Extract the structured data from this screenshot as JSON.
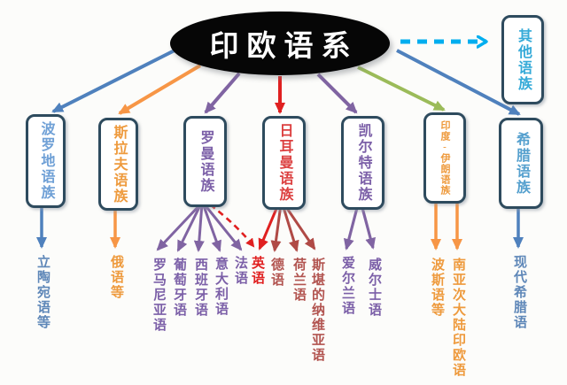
{
  "title": "印欧语系",
  "families": [
    {
      "id": "baltic",
      "label": "波罗地语族",
      "color": "#6fa0d6"
    },
    {
      "id": "slavic",
      "label": "斯拉夫语族",
      "color": "#ee9a3d"
    },
    {
      "id": "romance",
      "label": "罗曼语族",
      "color": "#7c60a8"
    },
    {
      "id": "germanic",
      "label": "日耳曼语族",
      "color": "#dc4040"
    },
    {
      "id": "celtic",
      "label": "凯尔特语族",
      "color": "#7c60a8"
    },
    {
      "id": "indo_iranian",
      "label": "印度-伊朗语族",
      "color": "#ee9a3d"
    },
    {
      "id": "greek",
      "label": "希腊语族",
      "color": "#55a0ce"
    },
    {
      "id": "other",
      "label": "其他语族",
      "color": "#35aad8"
    }
  ],
  "languages": [
    {
      "id": "lithuanian",
      "label": "立陶宛语等",
      "parent": "baltic",
      "color": "#5e87b8"
    },
    {
      "id": "russian",
      "label": "俄语等",
      "parent": "slavic",
      "color": "#ee9a3d"
    },
    {
      "id": "romanian",
      "label": "罗马尼亚语",
      "parent": "romance",
      "color": "#7c60a8"
    },
    {
      "id": "portuguese",
      "label": "葡萄牙语",
      "parent": "romance",
      "color": "#7c60a8"
    },
    {
      "id": "spanish",
      "label": "西班牙语",
      "parent": "romance",
      "color": "#7c60a8"
    },
    {
      "id": "italian",
      "label": "意大利语",
      "parent": "romance",
      "color": "#7c60a8"
    },
    {
      "id": "french",
      "label": "法语",
      "parent": "romance",
      "color": "#7c60a8"
    },
    {
      "id": "english",
      "label": "英语",
      "parent": "germanic",
      "color": "#e02020"
    },
    {
      "id": "german",
      "label": "德语",
      "parent": "germanic",
      "color": "#b25450"
    },
    {
      "id": "dutch",
      "label": "荷兰语",
      "parent": "germanic",
      "color": "#b25450"
    },
    {
      "id": "scandinavian",
      "label": "斯堪的纳维亚语",
      "parent": "germanic",
      "color": "#b25450"
    },
    {
      "id": "irish",
      "label": "爱尔兰语",
      "parent": "celtic",
      "color": "#7c60a8"
    },
    {
      "id": "welsh",
      "label": "威尔士语",
      "parent": "celtic",
      "color": "#7c60a8"
    },
    {
      "id": "persian",
      "label": "波斯语等",
      "parent": "indo_iranian",
      "color": "#ee9a3d"
    },
    {
      "id": "south_asian",
      "label": "南亚次大陆印欧语",
      "parent": "indo_iranian",
      "color": "#ee9a3d"
    },
    {
      "id": "modern_greek",
      "label": "现代希腊语",
      "parent": "greek",
      "color": "#5e96c6"
    }
  ],
  "edges": [
    {
      "from": "root",
      "to": "baltic",
      "style": "solid",
      "color": "#4f81bd"
    },
    {
      "from": "root",
      "to": "slavic",
      "style": "solid",
      "color": "#f79646"
    },
    {
      "from": "root",
      "to": "romance",
      "style": "solid",
      "color": "#8064a2"
    },
    {
      "from": "root",
      "to": "germanic",
      "style": "solid",
      "color": "#e02020"
    },
    {
      "from": "root",
      "to": "celtic",
      "style": "solid",
      "color": "#8064a2"
    },
    {
      "from": "root",
      "to": "indo_iranian",
      "style": "solid",
      "color": "#9bbb59"
    },
    {
      "from": "root",
      "to": "greek",
      "style": "solid",
      "color": "#4f81bd"
    },
    {
      "from": "root",
      "to": "other",
      "style": "dashed",
      "color": "#00aeef"
    },
    {
      "from": "baltic",
      "to": "lithuanian",
      "style": "solid",
      "color": "#4f81bd"
    },
    {
      "from": "slavic",
      "to": "russian",
      "style": "solid",
      "color": "#f79646"
    },
    {
      "from": "romance",
      "to": "romanian",
      "style": "solid",
      "color": "#8064a2"
    },
    {
      "from": "romance",
      "to": "portuguese",
      "style": "solid",
      "color": "#8064a2"
    },
    {
      "from": "romance",
      "to": "spanish",
      "style": "solid",
      "color": "#8064a2"
    },
    {
      "from": "romance",
      "to": "italian",
      "style": "solid",
      "color": "#8064a2"
    },
    {
      "from": "romance",
      "to": "french",
      "style": "solid",
      "color": "#8064a2"
    },
    {
      "from": "romance",
      "to": "english",
      "style": "dashed",
      "color": "#e02020"
    },
    {
      "from": "germanic",
      "to": "english",
      "style": "solid",
      "color": "#e02020"
    },
    {
      "from": "germanic",
      "to": "german",
      "style": "solid",
      "color": "#b04a46"
    },
    {
      "from": "germanic",
      "to": "dutch",
      "style": "solid",
      "color": "#b04a46"
    },
    {
      "from": "germanic",
      "to": "scandinavian",
      "style": "solid",
      "color": "#b04a46"
    },
    {
      "from": "celtic",
      "to": "irish",
      "style": "solid",
      "color": "#8064a2"
    },
    {
      "from": "celtic",
      "to": "welsh",
      "style": "solid",
      "color": "#8064a2"
    },
    {
      "from": "indo_iranian",
      "to": "persian",
      "style": "solid",
      "color": "#f79646"
    },
    {
      "from": "indo_iranian",
      "to": "south_asian",
      "style": "solid",
      "color": "#f79646"
    },
    {
      "from": "greek",
      "to": "modern_greek",
      "style": "solid",
      "color": "#4f81bd"
    }
  ],
  "colors": {
    "root_fill": "#060606",
    "root_text": "#ffffff",
    "box_border": "#2e4b5e",
    "arrow_blue": "#4f81bd",
    "arrow_orange": "#f79646",
    "arrow_purple": "#8064a2",
    "arrow_red": "#e02020",
    "arrow_dark_red": "#b04a46",
    "arrow_green": "#9bbb59",
    "arrow_cyan_dashed": "#00aeef",
    "background": "#fcfcfa"
  }
}
